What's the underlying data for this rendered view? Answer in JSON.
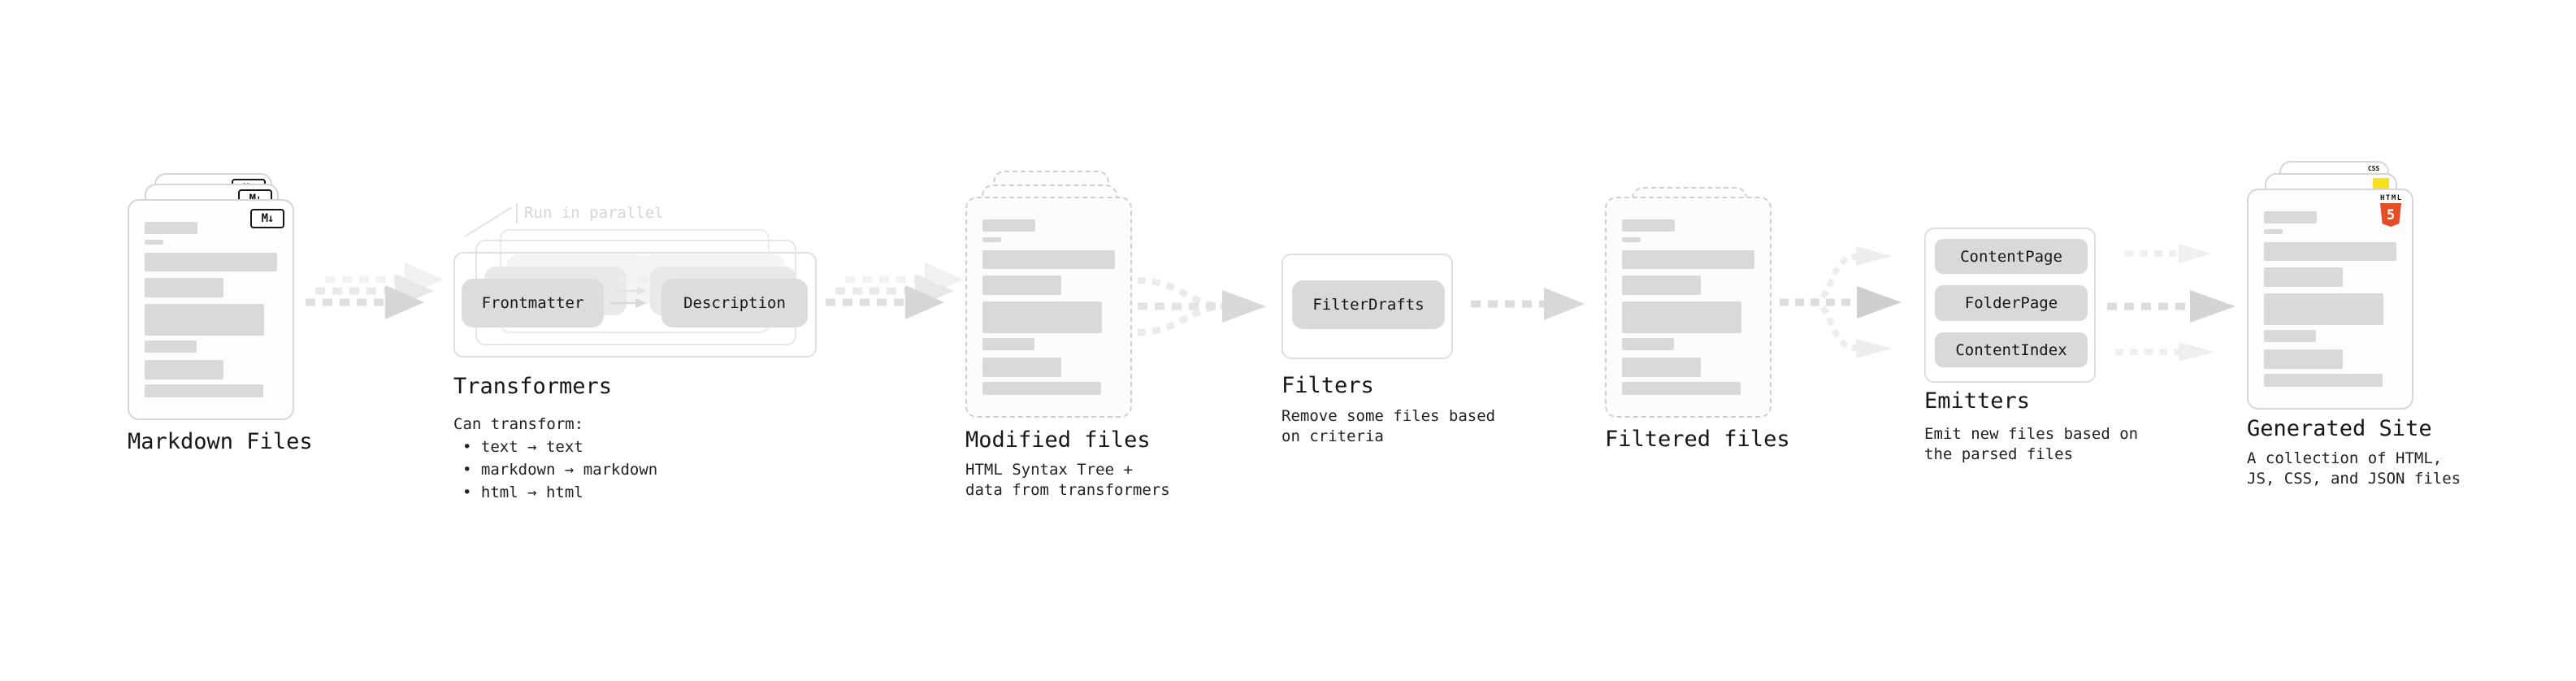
{
  "colors": {
    "html5_orange": "#e44d26",
    "js_yellow": "#f7df1e",
    "css_blue": "#2062af"
  },
  "stages": {
    "markdown": {
      "title": "Markdown Files",
      "badge": "M↓"
    },
    "transformers": {
      "title": "Transformers",
      "note": "Run in parallel",
      "pill_frontmatter": "Frontmatter",
      "pill_description": "Description",
      "subtitle": "Can transform:",
      "bullets": [
        "• text → text",
        "• markdown → markdown",
        "• html → html"
      ]
    },
    "modified": {
      "title": "Modified files",
      "subtitle_lines": [
        "HTML Syntax Tree +",
        "data from transformers"
      ]
    },
    "filters": {
      "title": "Filters",
      "pill": "FilterDrafts",
      "subtitle_lines": [
        "Remove some files based",
        "on criteria"
      ]
    },
    "filtered": {
      "title": "Filtered files"
    },
    "emitters": {
      "title": "Emitters",
      "pills": [
        "ContentPage",
        "FolderPage",
        "ContentIndex"
      ],
      "subtitle_lines": [
        "Emit new files based on",
        "the parsed files"
      ]
    },
    "generated": {
      "title": "Generated Site",
      "subtitle_lines": [
        "A collection of HTML,",
        "JS, CSS, and JSON files"
      ],
      "html_badge_label": "HTML",
      "html_badge_number": "5",
      "css_badge_label": "CSS"
    }
  }
}
